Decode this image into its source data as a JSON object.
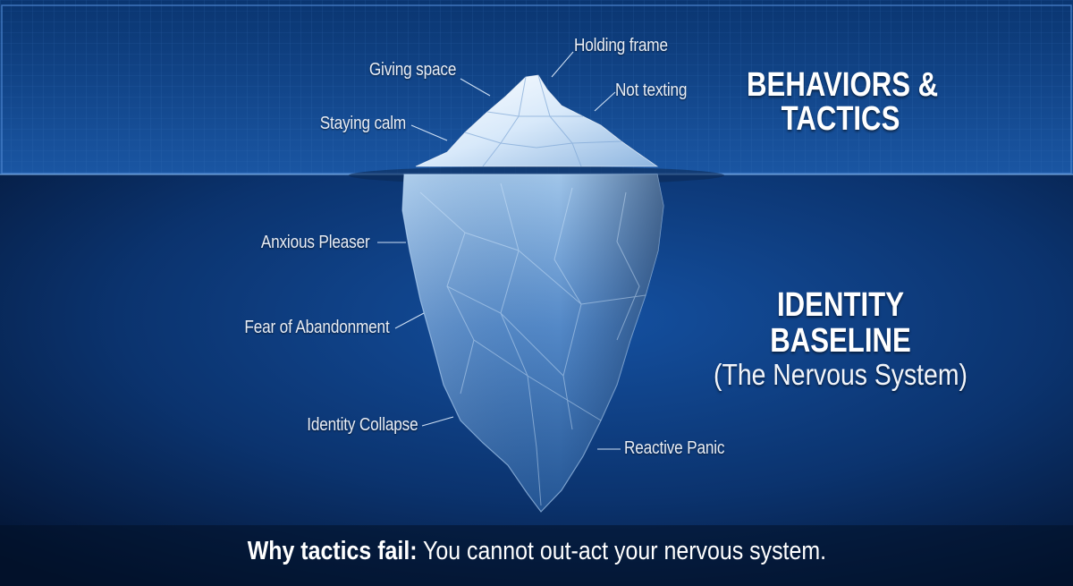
{
  "above_water": {
    "heading_line1": "BEHAVIORS &",
    "heading_line2": "TACTICS",
    "labels": {
      "holding_frame": "Holding frame",
      "giving_space": "Giving space",
      "not_texting": "Not texting",
      "staying_calm": "Staying calm"
    }
  },
  "below_water": {
    "heading_line1": "IDENTITY",
    "heading_line2": "BASELINE",
    "subheading": "(The Nervous System)",
    "labels": {
      "anxious_pleaser": "Anxious Pleaser",
      "fear_of_abandonment": "Fear of Abandonment",
      "identity_collapse": "Identity Collapse",
      "reactive_panic": "Reactive Panic"
    }
  },
  "footer": {
    "bold": "Why tactics fail:",
    "text": " You cannot out-act your nervous system."
  },
  "colors": {
    "sky_top": "#0a3a7a",
    "sky_bottom": "#1d5aa8",
    "water_top": "#0e3f7e",
    "water_bottom": "#04132e",
    "ice": "#dfeefc"
  }
}
